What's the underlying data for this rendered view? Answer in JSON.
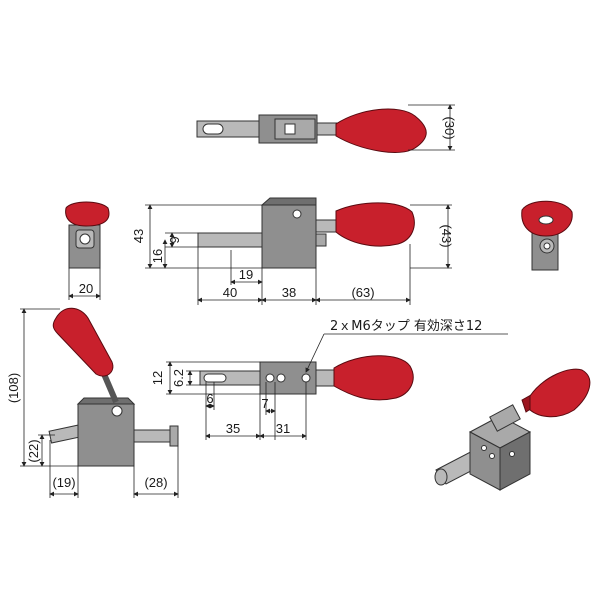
{
  "dimensions": {
    "top_height": "(30)",
    "side_height_total": "43",
    "side_height_right": "(43)",
    "side_9": "9",
    "side_16": "16",
    "side_19": "19",
    "side_40": "40",
    "side_38": "38",
    "side_63": "(63)",
    "left_width": "20",
    "open_height": "(108)",
    "open_22": "(22)",
    "open_19": "(19)",
    "open_28": "(28)",
    "bottom_12": "12",
    "bottom_62": "6.2",
    "bottom_6": "6",
    "bottom_7": "7",
    "bottom_35": "35",
    "bottom_31": "31"
  },
  "note": "2ｘM6タップ 有効深さ12",
  "colors": {
    "knob": "#c8202c",
    "body": "#8f8f8f",
    "rod": "#b9b9b9"
  }
}
